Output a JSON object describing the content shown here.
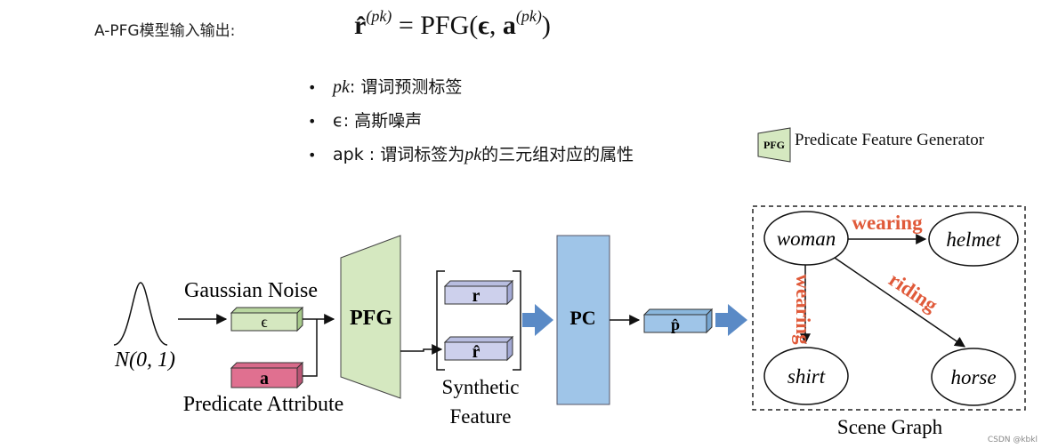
{
  "header": {
    "label": "A-PFG模型输入输出:"
  },
  "formula": {
    "lhs": "r̂",
    "lhs_sup": "(pk)",
    "equals": " = PFG(",
    "eps": "ϵ",
    "comma": ", ",
    "attr": "a",
    "attr_sup": "(pk)",
    "close": ")"
  },
  "bullets": [
    {
      "symbol": "pk",
      "sep": ": ",
      "text": "谓词预测标签"
    },
    {
      "symbol": "ϵ",
      "sep": ": ",
      "text": "高斯噪声"
    },
    {
      "symbol": "apk",
      "sep": " : ",
      "text_before": "谓词标签为",
      "inline_symbol": "pk",
      "text_after": "的三元组对应的属性"
    }
  ],
  "legend": {
    "badge": "PFG",
    "text": "Predicate Feature Generator"
  },
  "diagram": {
    "gaussian_label": "Gaussian Noise",
    "distribution_label": "N(0, 1)",
    "noise_box": "ϵ",
    "attr_box": "a",
    "attr_label": "Predicate Attribute",
    "pfg_label": "PFG",
    "feature_r": "r",
    "feature_rhat": "r̂",
    "synthetic_label_1": "Synthetic",
    "synthetic_label_2": "Feature",
    "pc_label": "PC",
    "p_box": "p̂",
    "colors": {
      "green": "#d5e8c0",
      "pink": "#e07090",
      "lavender": "#cdd0ec",
      "blue": "#9fc5e8",
      "arrow_blue": "#5a8ac6",
      "relation": "#e05a3a"
    }
  },
  "scene_graph": {
    "label": "Scene Graph",
    "nodes": [
      "woman",
      "helmet",
      "shirt",
      "horse"
    ],
    "edges": [
      {
        "label": "wearing"
      },
      {
        "label": "wearing"
      },
      {
        "label": "riding"
      }
    ]
  },
  "watermark": "CSDN @kbkl"
}
